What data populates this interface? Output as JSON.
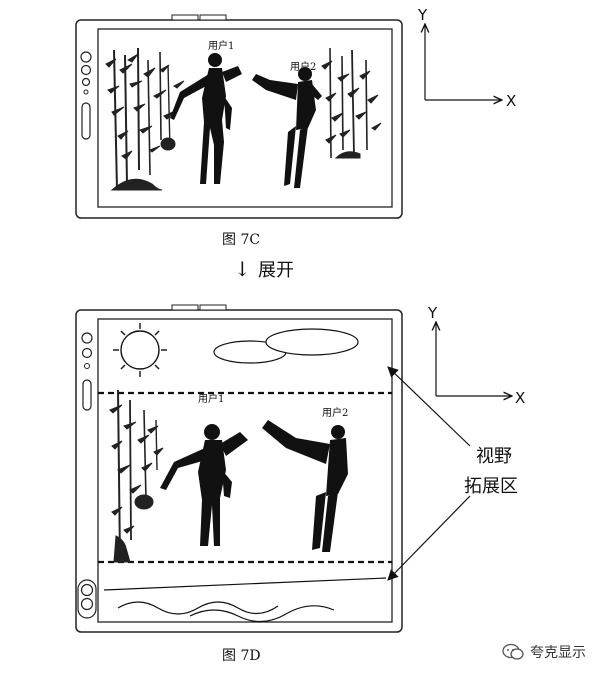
{
  "figure_top": {
    "caption": "图 7C",
    "user1_label": "用户1",
    "user2_label": "用户2",
    "axis_y": "Y",
    "axis_x": "X"
  },
  "transition": {
    "arrow": "↓",
    "label": "展开"
  },
  "figure_bottom": {
    "caption": "图 7D",
    "user1_label": "用户1",
    "user2_label": "用户2",
    "axis_y": "Y",
    "axis_x": "X",
    "callout_line1": "视野",
    "callout_line2": "拓展区"
  },
  "watermark": {
    "text": "夸克显示"
  }
}
